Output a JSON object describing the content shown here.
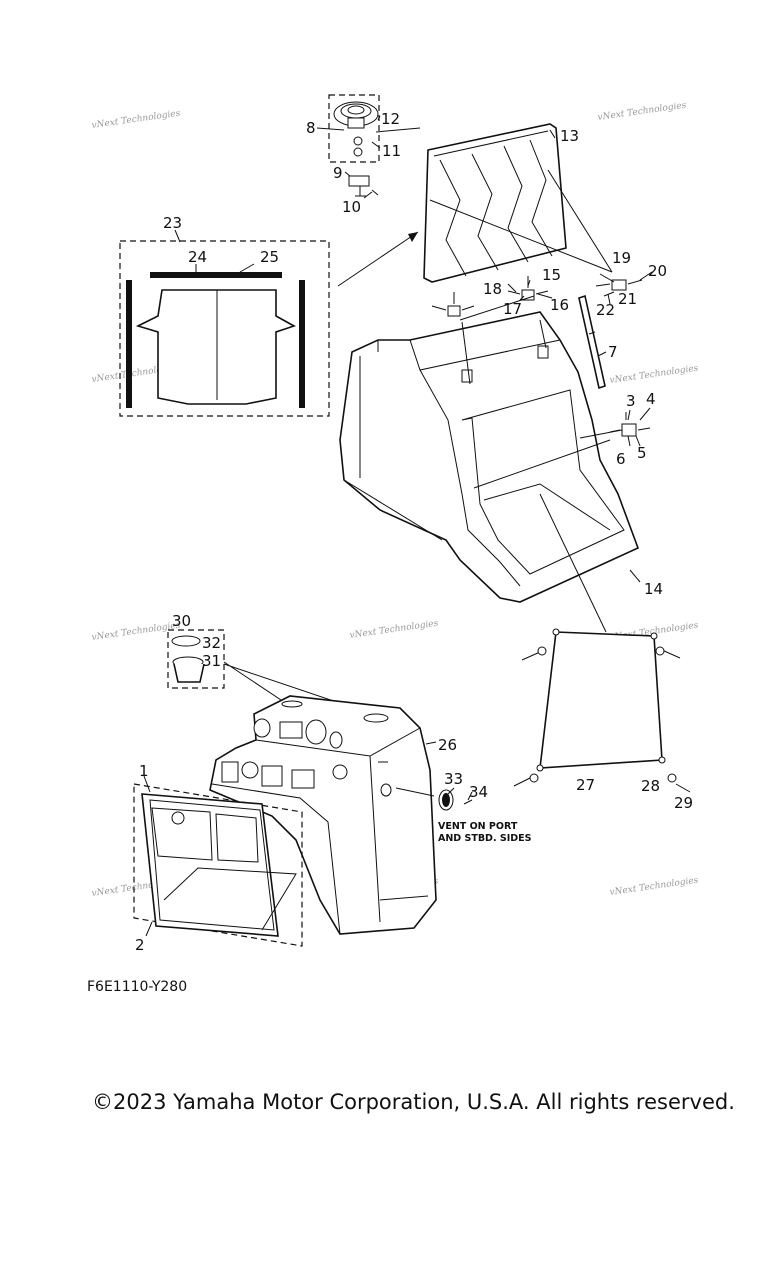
{
  "diagram": {
    "callouts": [
      "1",
      "2",
      "3",
      "4",
      "5",
      "6",
      "7",
      "8",
      "9",
      "10",
      "11",
      "12",
      "13",
      "14",
      "15",
      "16",
      "17",
      "18",
      "19",
      "20",
      "21",
      "22",
      "23",
      "24",
      "25",
      "26",
      "27",
      "28",
      "29",
      "30",
      "31",
      "32",
      "33",
      "34"
    ],
    "vent_note": [
      "VENT ON PORT",
      "AND STBD. SIDES"
    ],
    "watermark": "vNext Technologies",
    "diagram_code": "F6E1110-Y280"
  },
  "footer": {
    "copyright": "©2023 Yamaha Motor Corporation, U.S.A. All rights reserved."
  }
}
